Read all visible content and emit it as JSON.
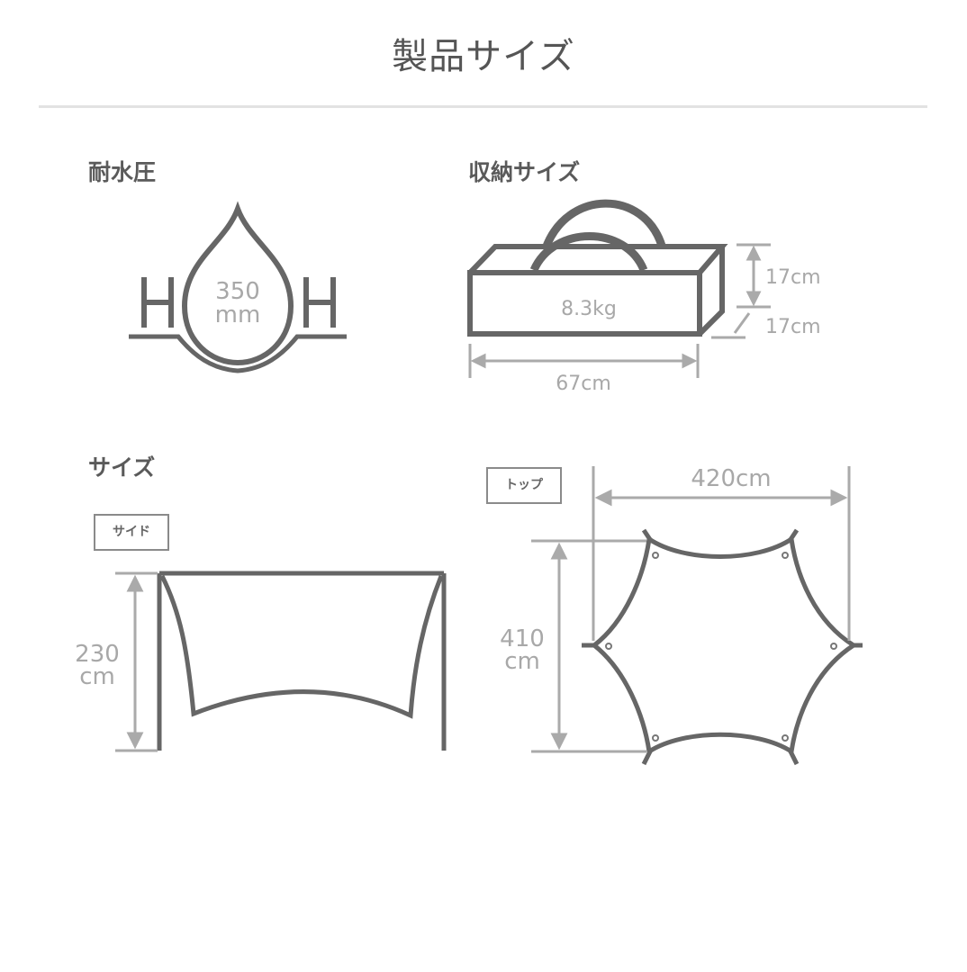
{
  "page": {
    "title": "製品サイズ"
  },
  "sections": {
    "water_resistance": {
      "heading": "耐水圧",
      "value": "350",
      "unit": "mm"
    },
    "packed_size": {
      "heading": "収納サイズ",
      "weight": "8.3kg",
      "height": "17cm",
      "depth": "17cm",
      "width": "67cm"
    },
    "size": {
      "heading": "サイズ",
      "side": {
        "tag": "サイド",
        "height_value": "230",
        "height_unit": "cm"
      },
      "top": {
        "tag": "トップ",
        "width": "420cm",
        "length_value": "410",
        "length_unit": "cm"
      }
    }
  },
  "colors": {
    "line_dark": "#666666",
    "dim_line": "#a8a8a8",
    "text": "#555555",
    "rule": "#e2e2e2"
  }
}
